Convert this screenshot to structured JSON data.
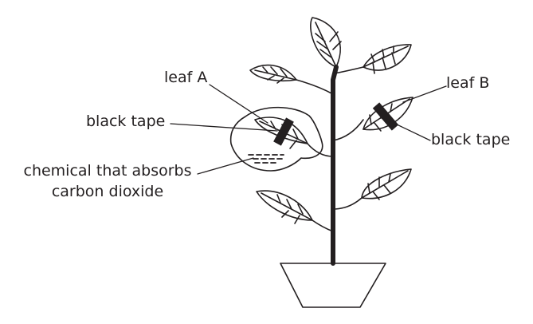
{
  "labels": {
    "leaf_a": "leaf A",
    "leaf_b": "leaf B",
    "black_tape_left": "black tape",
    "black_tape_right": "black tape",
    "chemical_line1": "chemical that absorbs",
    "chemical_line2": "carbon dioxide"
  },
  "colors": {
    "ink": "#231f20",
    "background": "#ffffff"
  }
}
